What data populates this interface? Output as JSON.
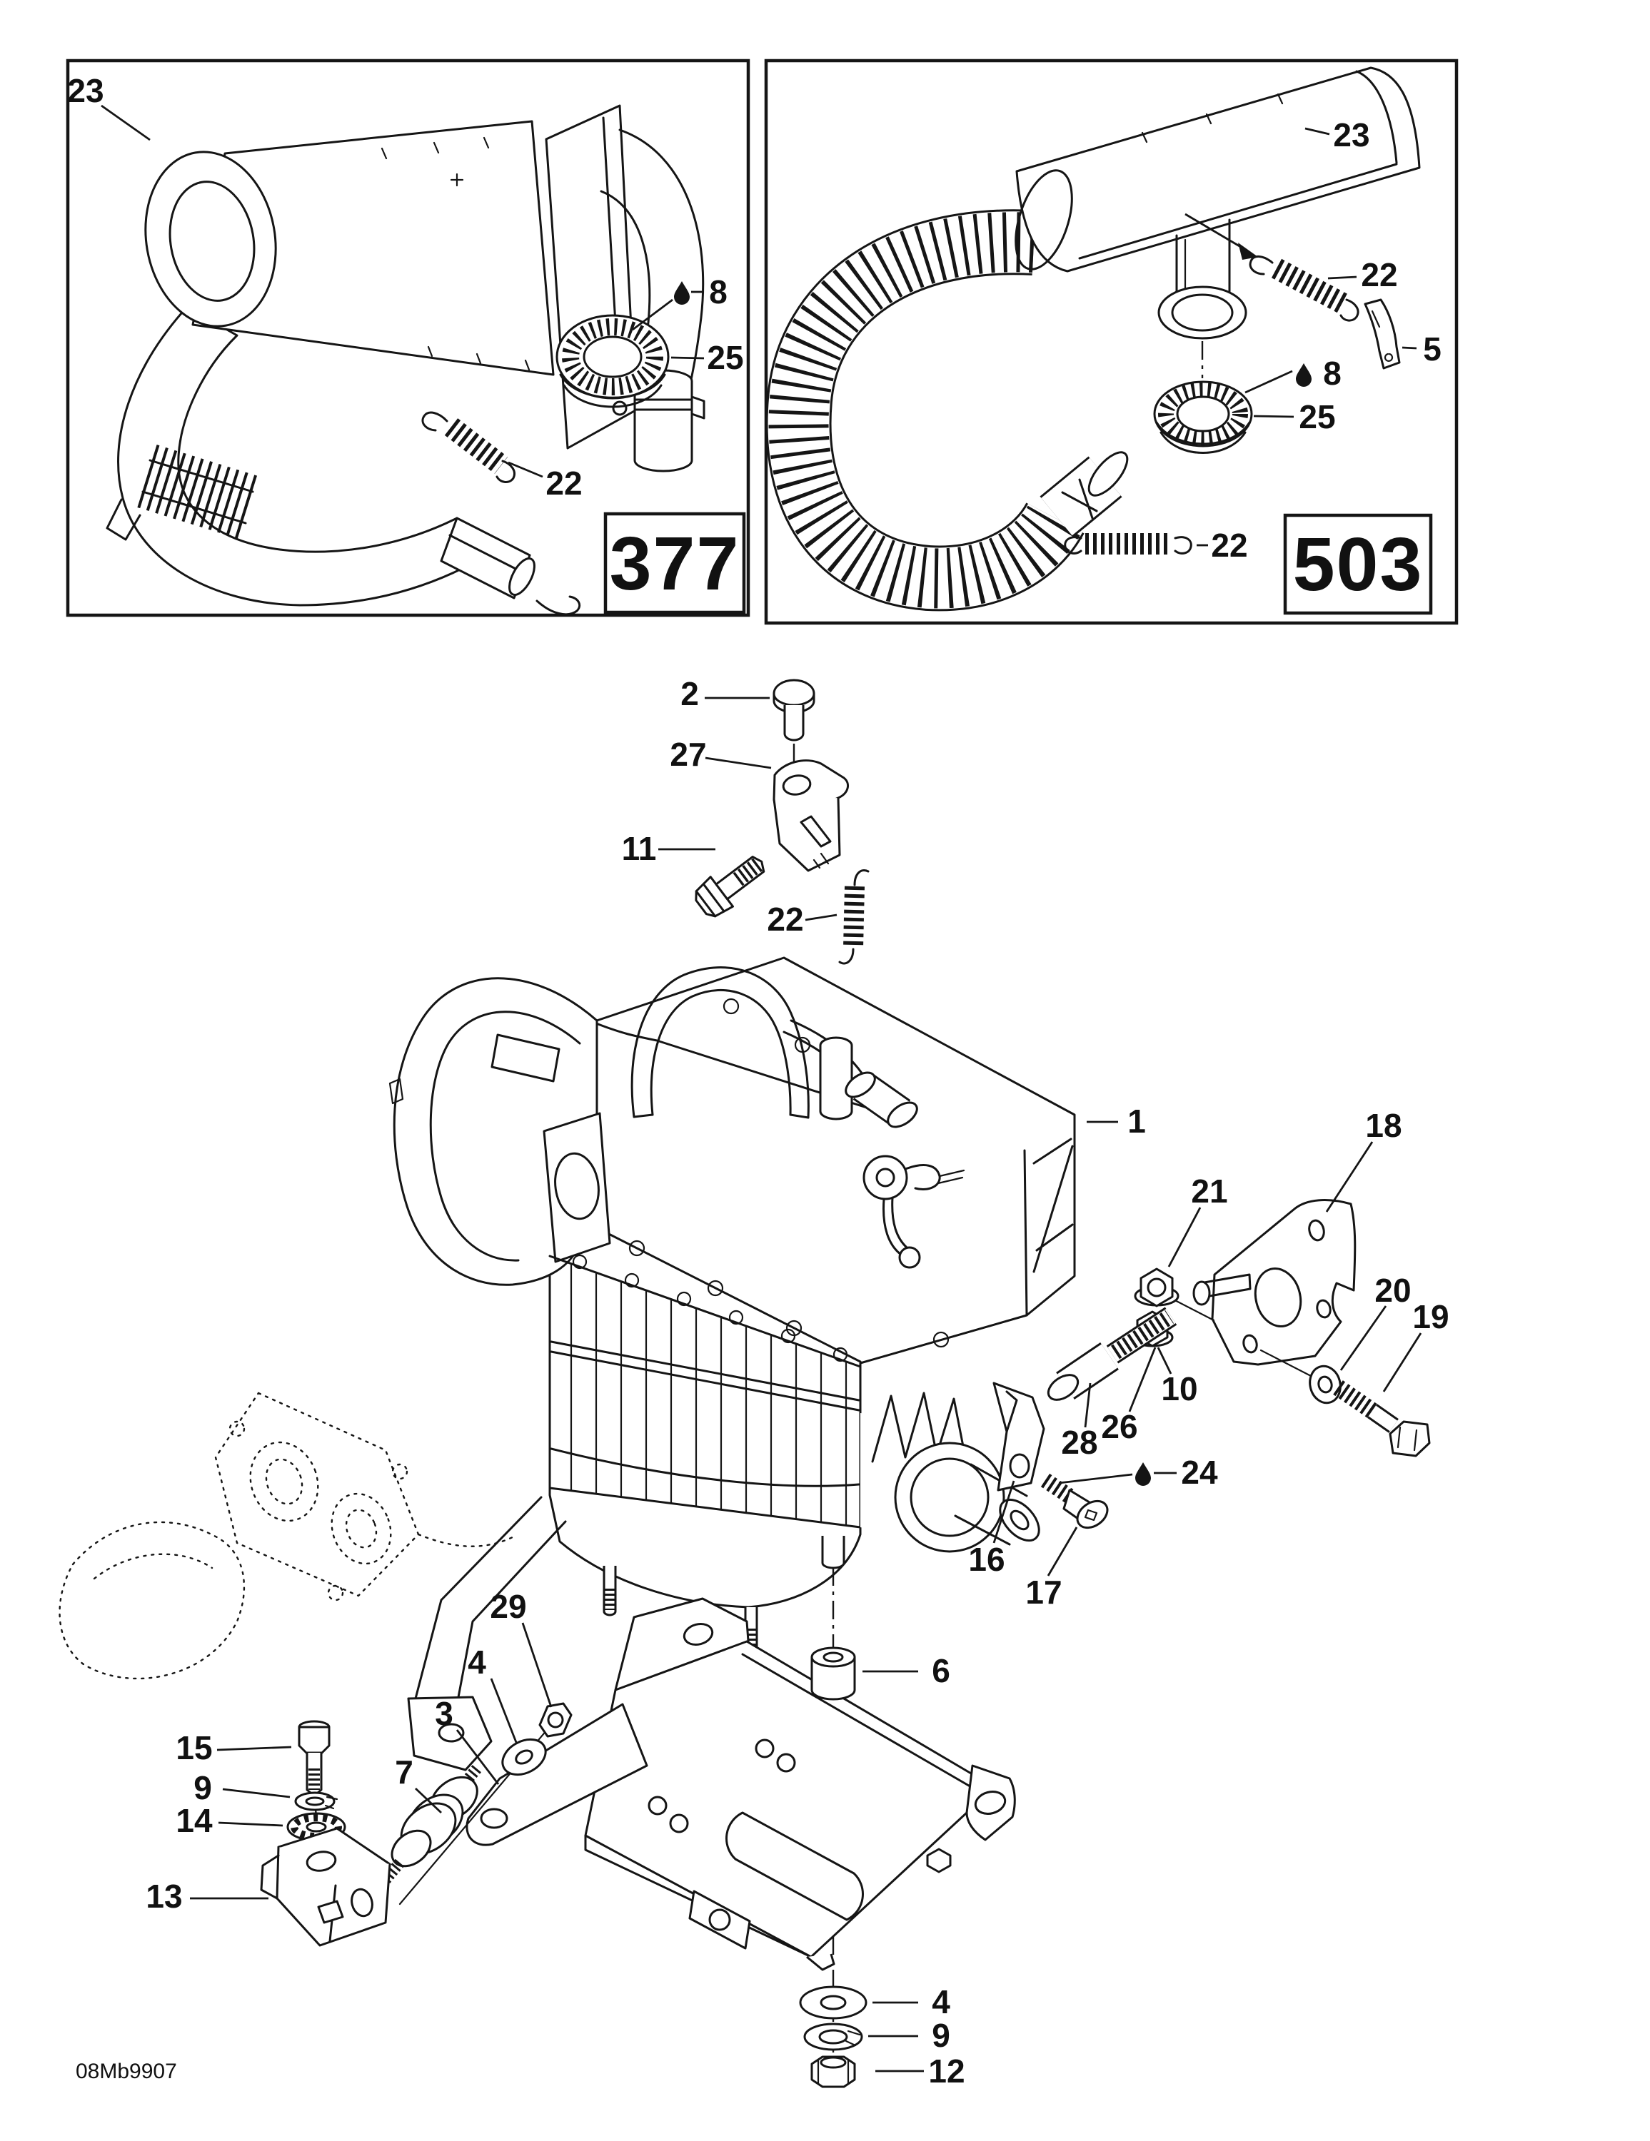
{
  "page": {
    "background": "#ffffff",
    "ink": "#151515",
    "footer_code": "08Mb9907"
  },
  "panels": {
    "p377": {
      "model": "377",
      "callouts": {
        "c23": "23",
        "c8": "8",
        "c25": "25",
        "c22": "22"
      }
    },
    "p503": {
      "model": "503",
      "callouts": {
        "c23": "23",
        "c22_upper": "22",
        "c5": "5",
        "c8": "8",
        "c25": "25",
        "c22_lower": "22"
      }
    }
  },
  "hanger": {
    "callouts": {
      "c2": "2",
      "c27": "27",
      "c11": "11",
      "c22": "22"
    }
  },
  "engine": {
    "callouts": {
      "c1": "1"
    }
  },
  "engine_hardware": {
    "callouts": {
      "c18": "18",
      "c21": "21",
      "c10": "10",
      "c20": "20",
      "c19": "19",
      "c26": "26",
      "c28": "28",
      "c24": "24",
      "c16": "16",
      "c17": "17"
    }
  },
  "mount": {
    "callouts": {
      "c29": "29",
      "c4_upper": "4",
      "c3": "3",
      "c7": "7",
      "c6": "6",
      "c15": "15",
      "c9_left": "9",
      "c14": "14",
      "c13": "13",
      "c4_lower": "4",
      "c9_lower": "9",
      "c12": "12"
    }
  }
}
